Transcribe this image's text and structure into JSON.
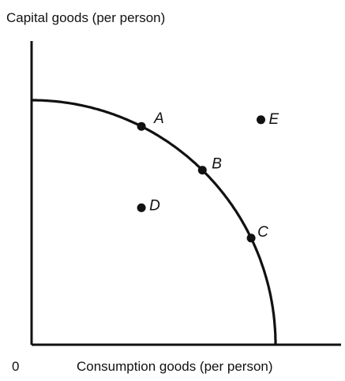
{
  "chart_data": {
    "type": "line",
    "ylabel": "Capital goods (per person)",
    "xlabel": "Consumption goods (per person)",
    "origin_label": "0",
    "xlim": [
      0,
      100
    ],
    "ylim": [
      0,
      100
    ],
    "grid": false,
    "colors": {
      "curve": "#111111",
      "axis": "#111111",
      "point": "#111111"
    },
    "curve": {
      "x": [
        0,
        10,
        20,
        30,
        35,
        40,
        45,
        50,
        55,
        60,
        65,
        70,
        75,
        80,
        85,
        90,
        95,
        100
      ],
      "y": [
        100,
        99.5,
        98,
        95.4,
        93.7,
        91.7,
        89.3,
        86.6,
        83.5,
        80.0,
        76.0,
        71.4,
        66.1,
        60.0,
        52.7,
        43.6,
        31.2,
        0
      ]
    },
    "points": [
      {
        "label": "A",
        "x": 45,
        "y": 89.3,
        "on_curve": true
      },
      {
        "label": "B",
        "x": 70,
        "y": 71.4,
        "on_curve": true
      },
      {
        "label": "C",
        "x": 90,
        "y": 43.6,
        "on_curve": true
      },
      {
        "label": "D",
        "x": 45,
        "y": 56,
        "on_curve": false
      },
      {
        "label": "E",
        "x": 94,
        "y": 92,
        "on_curve": false
      }
    ]
  }
}
